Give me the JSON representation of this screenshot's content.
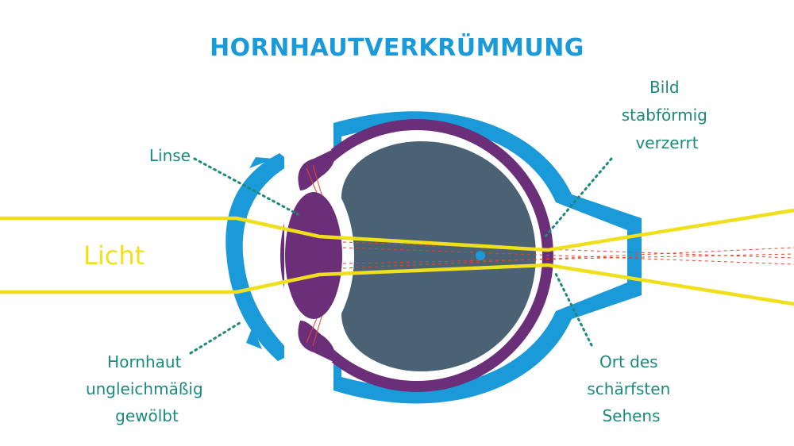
{
  "title": "HORNHAUTVERKRÜMMUNG",
  "labels": {
    "licht": "Licht",
    "linse": "Linse",
    "bild": [
      "Bild",
      "stabförmig",
      "verzerrt"
    ],
    "hornhaut": [
      "Hornhaut",
      "ungleichmäßig",
      "gewölbt"
    ],
    "ort": [
      "Ort des",
      "schärfsten",
      "Sehens"
    ]
  },
  "colors": {
    "title": "#1a9ad9",
    "cornea_sclera": "#1a9ad9",
    "choroid_lens": "#6b2f7a",
    "vitreous": "#4a6273",
    "light": "#f0e01c",
    "labels": "#1a8a7a",
    "focus_lines": "#e8432a"
  }
}
